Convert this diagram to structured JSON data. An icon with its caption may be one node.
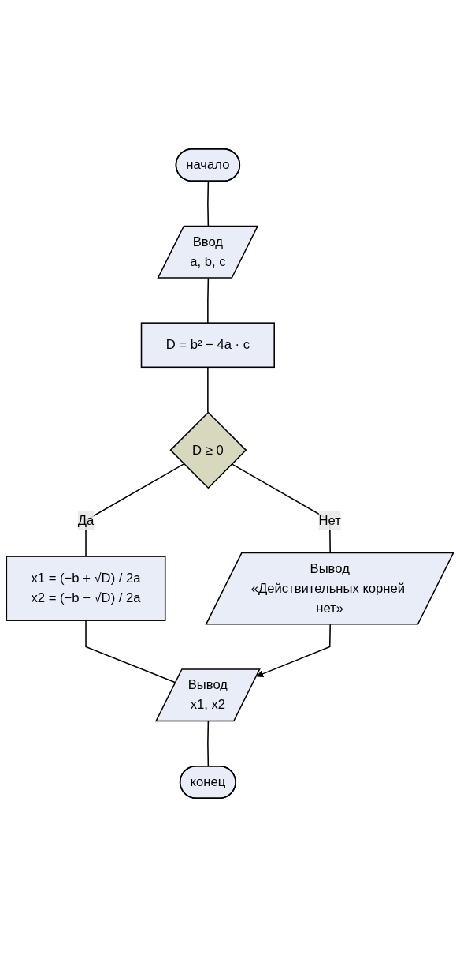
{
  "diagram": {
    "nodes": [
      {
        "text": [
          "начало"
        ]
      },
      {
        "text": [
          "Ввод",
          "a, b, c"
        ]
      },
      {
        "text": [
          "D = b² − 4a · c"
        ]
      },
      {
        "text": [
          "D ≥ 0"
        ]
      },
      {
        "text": [
          "x1 = (−b + √D) / 2a",
          "x2 = (−b − √D) / 2a"
        ]
      },
      {
        "text": [
          "Вывод",
          "«Действительных корней нет»"
        ]
      },
      {
        "text": [
          "Вывод",
          "x1, x2"
        ]
      },
      {
        "text": [
          "конец"
        ]
      }
    ],
    "edges": [
      {
        "from": 0,
        "to": 1,
        "arrow": "none"
      },
      {
        "from": 1,
        "to": 2,
        "arrow": "none"
      },
      {
        "from": 2,
        "to": 3,
        "arrow": "none"
      },
      {
        "from": 3,
        "to": 4,
        "arrow": "none",
        "label": "Да"
      },
      {
        "from": 3,
        "to": 5,
        "arrow": "none",
        "label": "Нет"
      },
      {
        "from": 4,
        "to": 6,
        "arrow": "none"
      },
      {
        "from": 5,
        "to": 6,
        "arrow": "to"
      },
      {
        "from": 6,
        "to": 7,
        "arrow": "none"
      }
    ]
  }
}
